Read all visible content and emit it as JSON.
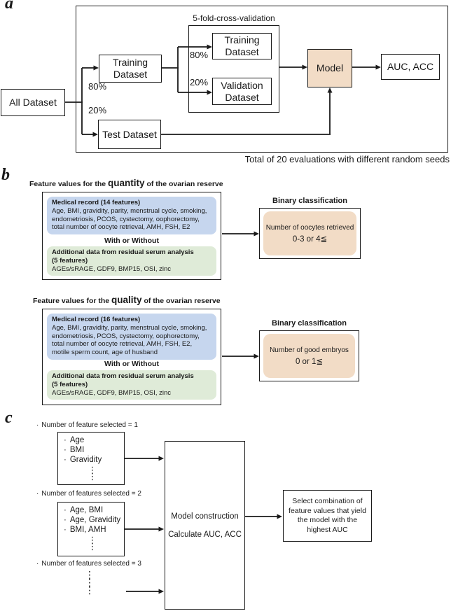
{
  "colors": {
    "ink": "#1a1a1a",
    "peach": "#f2dcc6",
    "blue": "#c6d6ee",
    "green": "#dfebd8"
  },
  "panel_a": {
    "label": "a",
    "all_dataset": "All Dataset",
    "pct_80": "80%",
    "pct_20": "20%",
    "training_dataset": "Training Dataset",
    "test_dataset": "Test Dataset",
    "cv": {
      "title": "5-fold-cross-validation",
      "pct_80": "80%",
      "pct_20": "20%",
      "training": "Training Dataset",
      "validation": "Validation Dataset"
    },
    "model": "Model",
    "auc_acc": "AUC, ACC",
    "footnote": "Total of 20 evaluations with different random seeds"
  },
  "panel_b": {
    "label": "b",
    "blocks": [
      {
        "title_prefix": "Feature values for the ",
        "title_emph": "quantity",
        "title_suffix": " of the ovarian reserve",
        "medical_title": "Medical record (14 features)",
        "medical_body": "Age, BMI, gravidity, parity, menstrual cycle, smoking, endometriosis, PCOS, cystectomy, oophorectomy, total number of oocyte retrieval, AMH, FSH, E2",
        "with_or_without": "With or Without",
        "additional_title": "Additional data from residual serum analysis",
        "additional_count": "(5 features)",
        "additional_body": "AGEs/sRAGE, GDF9, BMP15, OSI, zinc",
        "binary_title": "Binary classification",
        "binary_line1": "Number of oocytes retrieved",
        "binary_line2": "0-3 or 4≦"
      },
      {
        "title_prefix": "Feature values for the ",
        "title_emph": "quality",
        "title_suffix": " of the ovarian reserve",
        "medical_title": "Medical record (16 features)",
        "medical_body": "Age, BMI, gravidity, parity, menstrual cycle, smoking, endometriosis, PCOS, cystectomy, oophorectomy, total number of oocyte retrieval, AMH, FSH, E2, motile sperm count, age of husband",
        "with_or_without": "With or Without",
        "additional_title": "Additional data from residual serum analysis",
        "additional_count": "(5 features)",
        "additional_body": "AGEs/sRAGE, GDF9, BMP15, OSI, zinc",
        "binary_title": "Binary classification",
        "binary_line1": "Number of good embryos",
        "binary_line2": "0 or 1≦"
      }
    ]
  },
  "panel_c": {
    "label": "c",
    "bullet": "·",
    "ellipsis": "⋮",
    "groups": [
      {
        "caption": "Number of feature selected = 1",
        "items": [
          "Age",
          "BMI",
          "Gravidity"
        ]
      },
      {
        "caption": "Number of features selected = 2",
        "items": [
          "Age, BMI",
          "Age, Gravidity",
          "BMI, AMH"
        ]
      },
      {
        "caption": "Number of features selected = 3",
        "items": []
      }
    ],
    "model_box_line1": "Model construction",
    "model_box_line2": "Calculate AUC, ACC",
    "select_box": "Select combination of feature values that yield the model with the highest AUC"
  }
}
